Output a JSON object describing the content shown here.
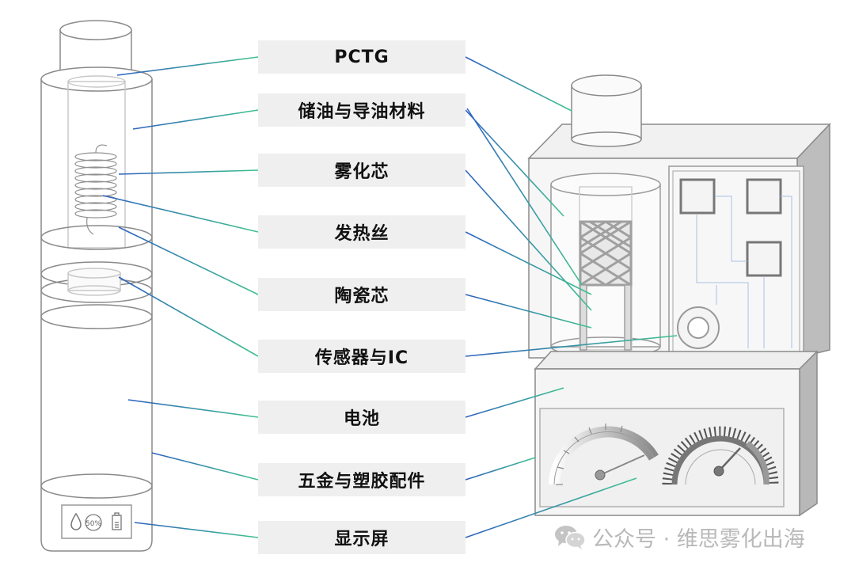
{
  "labels": [
    {
      "id": "pctg",
      "text": "PCTG"
    },
    {
      "id": "oil",
      "text": "储油与导油材料"
    },
    {
      "id": "atomizer",
      "text": "雾化芯"
    },
    {
      "id": "heating-wire",
      "text": "发热丝"
    },
    {
      "id": "ceramic",
      "text": "陶瓷芯"
    },
    {
      "id": "sensor",
      "text": "传感器与IC"
    },
    {
      "id": "battery",
      "text": "电池"
    },
    {
      "id": "hardware",
      "text": "五金与塑胶配件"
    },
    {
      "id": "display",
      "text": "显示屏"
    }
  ],
  "device_display": {
    "percent": "50%"
  },
  "watermark": {
    "text": "公众号 · 维思雾化出海",
    "icon": "wechat-icon"
  },
  "colors": {
    "left_line": "#3aa88a",
    "right_line": "#3a6fbf",
    "box": "#efefef"
  }
}
